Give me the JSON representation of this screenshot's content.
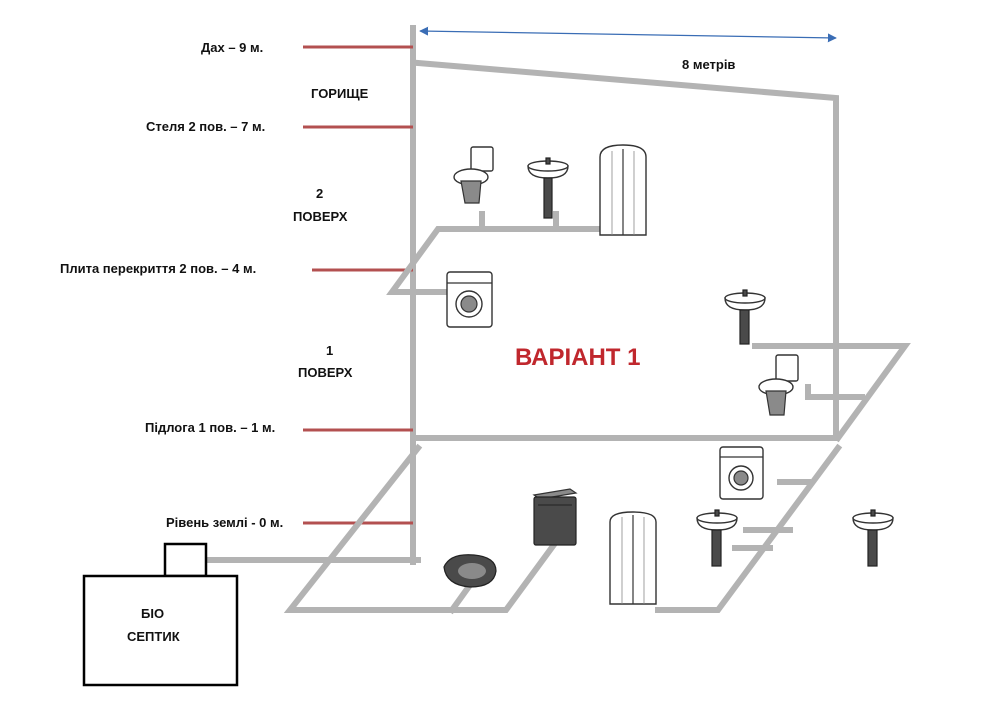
{
  "title": "ВАРІАНТ  1",
  "dimension_label": "8 метрів",
  "levels": [
    {
      "label": "Дах – 9 м."
    },
    {
      "label": "Стеля 2 пов. – 7 м."
    },
    {
      "label": "Плита перекриття  2 пов. – 4 м."
    },
    {
      "label": "Підлога 1 пов. – 1 м."
    },
    {
      "label": "Рівень землі - 0 м."
    }
  ],
  "zones": {
    "attic": "ГОРИЩЕ",
    "floor2_num": "2",
    "floor2_word": "ПОВЕРХ",
    "floor1_num": "1",
    "floor1_word": "ПОВЕРХ"
  },
  "septic": {
    "line1": "БІО",
    "line2": "СЕПТИК"
  },
  "colors": {
    "level_marker": "#b35050",
    "title": "#c0272d",
    "pipe": "#b3b3b3",
    "arrow": "#3a6db5"
  }
}
